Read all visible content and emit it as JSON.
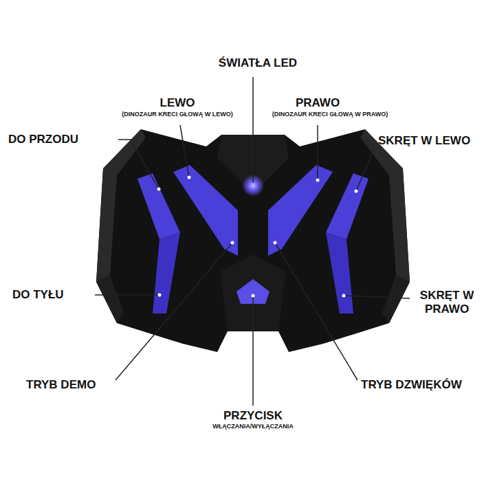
{
  "diagram": {
    "labels": [
      "ŚWIATŁA LED",
      "LEWO",
      "(DINOZAUR KRECI GŁOWĄ W LEWO)",
      "PRAWO",
      "(DINOZAUR KRECI GŁOWĄ W PRAWO)",
      "DO PRZODU",
      "SKRĘT W LEWO",
      "DO TYŁU",
      "SKRĘT W PRAWO",
      "TRYB DEMO",
      "TRYB DZWIĘKÓW",
      "PRZYCISK",
      "WŁĄCZANIA/WYŁĄCZANIA"
    ]
  }
}
